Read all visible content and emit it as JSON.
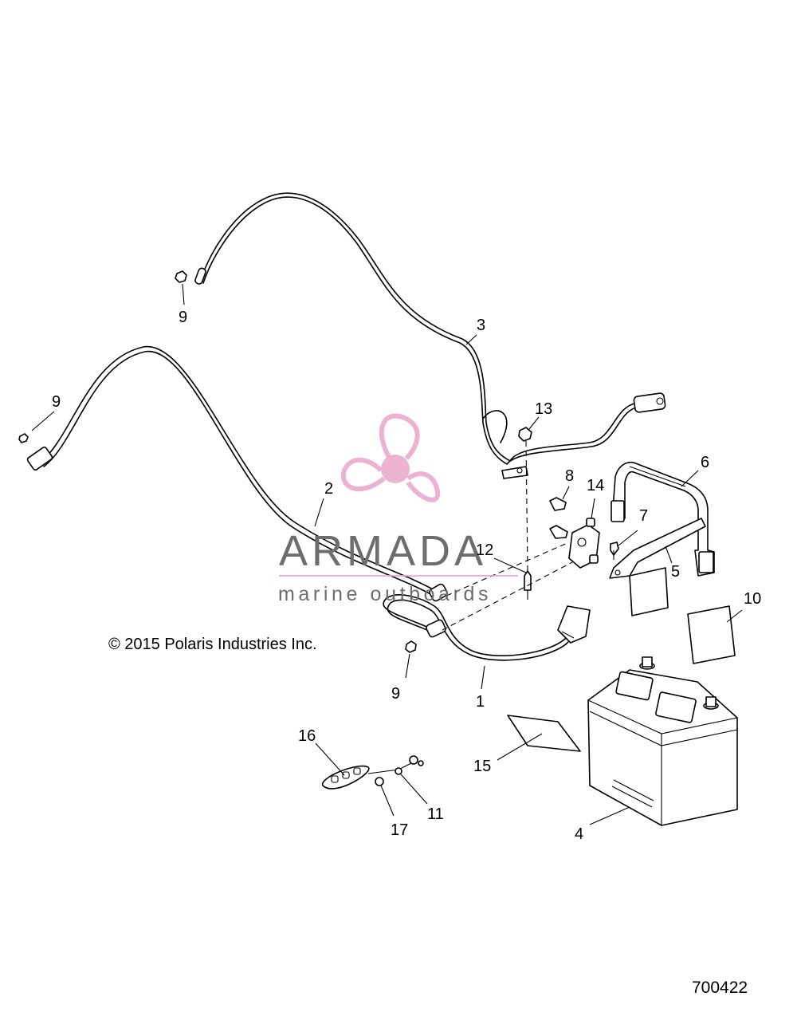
{
  "callouts": [
    {
      "id": "p1",
      "label": "1"
    },
    {
      "id": "p2",
      "label": "2"
    },
    {
      "id": "p3",
      "label": "3"
    },
    {
      "id": "p4",
      "label": "4"
    },
    {
      "id": "p5",
      "label": "5"
    },
    {
      "id": "p6",
      "label": "6"
    },
    {
      "id": "p7",
      "label": "7"
    },
    {
      "id": "p8",
      "label": "8"
    },
    {
      "id": "p9a",
      "label": "9"
    },
    {
      "id": "p9b",
      "label": "9"
    },
    {
      "id": "p9c",
      "label": "9"
    },
    {
      "id": "p10",
      "label": "10"
    },
    {
      "id": "p11",
      "label": "11"
    },
    {
      "id": "p12",
      "label": "12"
    },
    {
      "id": "p13",
      "label": "13"
    },
    {
      "id": "p14",
      "label": "14"
    },
    {
      "id": "p15",
      "label": "15"
    },
    {
      "id": "p16",
      "label": "16"
    },
    {
      "id": "p17",
      "label": "17"
    }
  ],
  "copyright": "© 2015 Polaris Industries Inc.",
  "drawing_number": "700422",
  "watermark": {
    "brand": "ARMADA",
    "tagline": "marine outboards",
    "logo_color": "#e9a6c9",
    "rule_color": "#e9a6c9",
    "text_color": "#6d6d6d"
  }
}
